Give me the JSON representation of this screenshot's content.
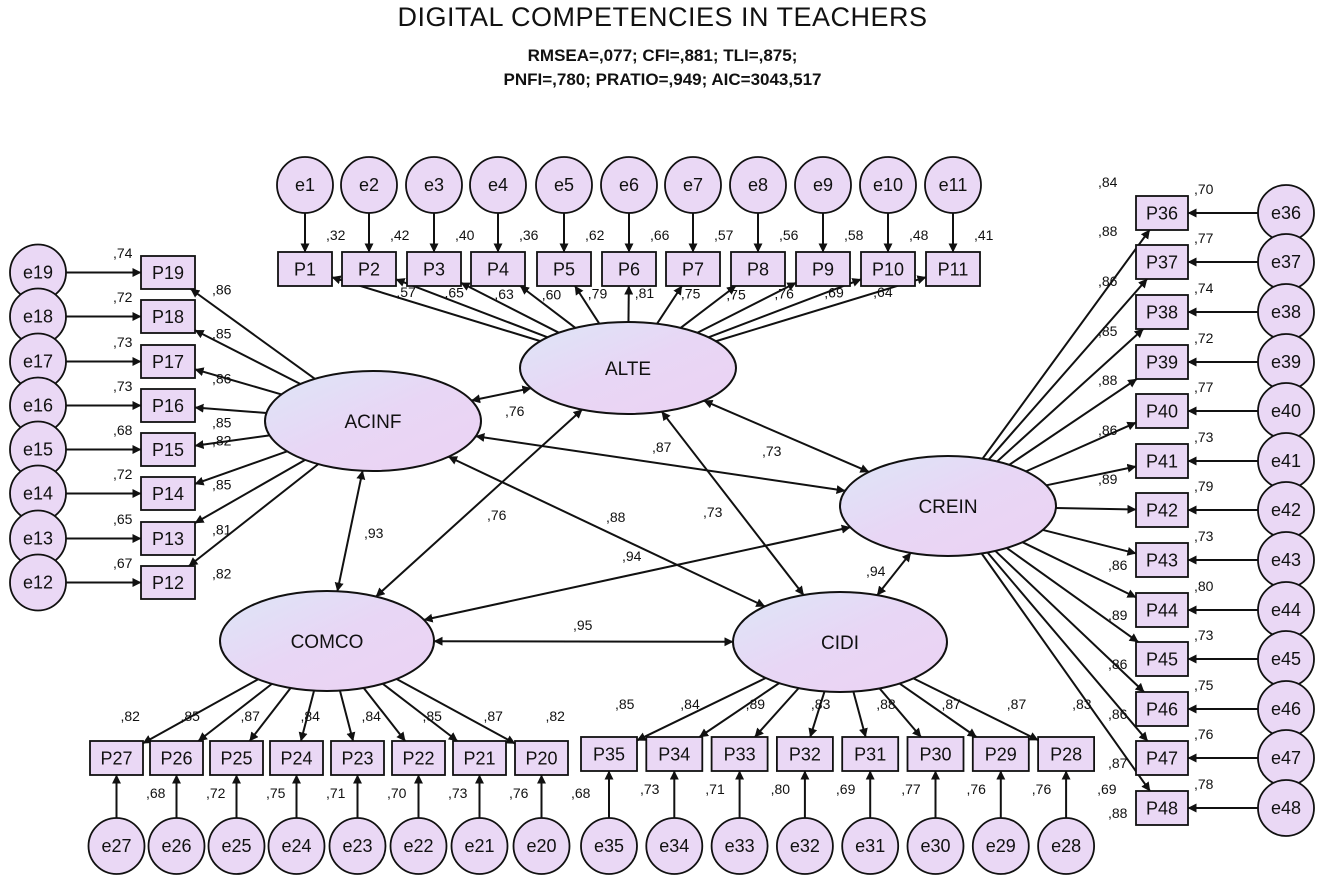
{
  "title": "DIGITAL COMPETENCIES IN TEACHERS",
  "fit_line1": "RMSEA=,077; CFI=,881; TLI=,875;",
  "fit_line2": "PNFI=,780; PRATIO=,949; AIC=3043,517",
  "colors": {
    "fill": "#ead8f5",
    "fill_light": "#dfe6f7",
    "stroke": "#111111"
  },
  "latents": [
    {
      "id": "ALTE",
      "label": "ALTE"
    },
    {
      "id": "ACINF",
      "label": "ACINF"
    },
    {
      "id": "CREIN",
      "label": "CREIN"
    },
    {
      "id": "COMCO",
      "label": "COMCO"
    },
    {
      "id": "CIDI",
      "label": "CIDI"
    }
  ],
  "items": [
    {
      "n": "P1",
      "factor": "ALTE",
      "loading": ",57",
      "r2": ",32",
      "err": "e1"
    },
    {
      "n": "P2",
      "factor": "ALTE",
      "loading": ",65",
      "r2": ",42",
      "err": "e2"
    },
    {
      "n": "P3",
      "factor": "ALTE",
      "loading": ",63",
      "r2": ",40",
      "err": "e3"
    },
    {
      "n": "P4",
      "factor": "ALTE",
      "loading": ",60",
      "r2": ",36",
      "err": "e4"
    },
    {
      "n": "P5",
      "factor": "ALTE",
      "loading": ",79",
      "r2": ",62",
      "err": "e5"
    },
    {
      "n": "P6",
      "factor": "ALTE",
      "loading": ",81",
      "r2": ",66",
      "err": "e6"
    },
    {
      "n": "P7",
      "factor": "ALTE",
      "loading": ",75",
      "r2": ",57",
      "err": "e7"
    },
    {
      "n": "P8",
      "factor": "ALTE",
      "loading": ",75",
      "r2": ",56",
      "err": "e8"
    },
    {
      "n": "P9",
      "factor": "ALTE",
      "loading": ",76",
      "r2": ",58",
      "err": "e9"
    },
    {
      "n": "P10",
      "factor": "ALTE",
      "loading": ",69",
      "r2": ",48",
      "err": "e10"
    },
    {
      "n": "P11",
      "factor": "ALTE",
      "loading": ",64",
      "r2": ",41",
      "err": "e11"
    },
    {
      "n": "P19",
      "factor": "ACINF",
      "loading": ",86",
      "r2": ",74",
      "err": "e19"
    },
    {
      "n": "P18",
      "factor": "ACINF",
      "loading": ",85",
      "r2": ",72",
      "err": "e18"
    },
    {
      "n": "P17",
      "factor": "ACINF",
      "loading": ",86",
      "r2": ",73",
      "err": "e17"
    },
    {
      "n": "P16",
      "factor": "ACINF",
      "loading": ",85",
      "r2": ",73",
      "err": "e16"
    },
    {
      "n": "P15",
      "factor": "ACINF",
      "loading": ",82",
      "r2": ",68",
      "err": "e15"
    },
    {
      "n": "P14",
      "factor": "ACINF",
      "loading": ",85",
      "r2": ",72",
      "err": "e14"
    },
    {
      "n": "P13",
      "factor": "ACINF",
      "loading": ",81",
      "r2": ",65",
      "err": "e13"
    },
    {
      "n": "P12",
      "factor": "ACINF",
      "loading": ",82",
      "r2": ",67",
      "err": "e12"
    },
    {
      "n": "P36",
      "factor": "CREIN",
      "loading": ",84",
      "r2": ",70",
      "err": "e36"
    },
    {
      "n": "P37",
      "factor": "CREIN",
      "loading": ",88",
      "r2": ",77",
      "err": "e37"
    },
    {
      "n": "P38",
      "factor": "CREIN",
      "loading": ",86",
      "r2": ",74",
      "err": "e38"
    },
    {
      "n": "P39",
      "factor": "CREIN",
      "loading": ",85",
      "r2": ",72",
      "err": "e39"
    },
    {
      "n": "P40",
      "factor": "CREIN",
      "loading": ",88",
      "r2": ",77",
      "err": "e40"
    },
    {
      "n": "P41",
      "factor": "CREIN",
      "loading": ",86",
      "r2": ",73",
      "err": "e41"
    },
    {
      "n": "P42",
      "factor": "CREIN",
      "loading": ",89",
      "r2": ",79",
      "err": "e42"
    },
    {
      "n": "P43",
      "factor": "CREIN",
      "loading": ",86",
      "r2": ",73",
      "err": "e43"
    },
    {
      "n": "P44",
      "factor": "CREIN",
      "loading": ",89",
      "r2": ",80",
      "err": "e44"
    },
    {
      "n": "P45",
      "factor": "CREIN",
      "loading": ",86",
      "r2": ",73",
      "err": "e45"
    },
    {
      "n": "P46",
      "factor": "CREIN",
      "loading": ",86",
      "r2": ",75",
      "err": "e46"
    },
    {
      "n": "P47",
      "factor": "CREIN",
      "loading": ",87",
      "r2": ",76",
      "err": "e47"
    },
    {
      "n": "P48",
      "factor": "CREIN",
      "loading": ",88",
      "r2": ",78",
      "err": "e48"
    },
    {
      "n": "P27",
      "factor": "COMCO",
      "loading": ",82",
      "r2": ",68",
      "err": "e27"
    },
    {
      "n": "P26",
      "factor": "COMCO",
      "loading": ",85",
      "r2": ",72",
      "err": "e26"
    },
    {
      "n": "P25",
      "factor": "COMCO",
      "loading": ",87",
      "r2": ",75",
      "err": "e25"
    },
    {
      "n": "P24",
      "factor": "COMCO",
      "loading": ",84",
      "r2": ",71",
      "err": "e24"
    },
    {
      "n": "P23",
      "factor": "COMCO",
      "loading": ",84",
      "r2": ",70",
      "err": "e23"
    },
    {
      "n": "P22",
      "factor": "COMCO",
      "loading": ",85",
      "r2": ",73",
      "err": "e22"
    },
    {
      "n": "P21",
      "factor": "COMCO",
      "loading": ",87",
      "r2": ",76",
      "err": "e21"
    },
    {
      "n": "P20",
      "factor": "COMCO",
      "loading": ",82",
      "r2": ",68",
      "err": "e20"
    },
    {
      "n": "P35",
      "factor": "CIDI",
      "loading": ",85",
      "r2": ",73",
      "err": "e35"
    },
    {
      "n": "P34",
      "factor": "CIDI",
      "loading": ",84",
      "r2": ",71",
      "err": "e34"
    },
    {
      "n": "P33",
      "factor": "CIDI",
      "loading": ",89",
      "r2": ",80",
      "err": "e33"
    },
    {
      "n": "P32",
      "factor": "CIDI",
      "loading": ",83",
      "r2": ",69",
      "err": "e32"
    },
    {
      "n": "P31",
      "factor": "CIDI",
      "loading": ",88",
      "r2": ",77",
      "err": "e31"
    },
    {
      "n": "P30",
      "factor": "CIDI",
      "loading": ",87",
      "r2": ",76",
      "err": "e30"
    },
    {
      "n": "P29",
      "factor": "CIDI",
      "loading": ",87",
      "r2": ",76",
      "err": "e29"
    },
    {
      "n": "P28",
      "factor": "CIDI",
      "loading": ",83",
      "r2": ",69",
      "err": "e28"
    }
  ],
  "correlations": [
    {
      "a": "ALTE",
      "b": "ACINF",
      "value": ",76"
    },
    {
      "a": "ALTE",
      "b": "CREIN",
      "value": ",73"
    },
    {
      "a": "ALTE",
      "b": "COMCO",
      "value": ",76"
    },
    {
      "a": "ALTE",
      "b": "CIDI",
      "value": ",73"
    },
    {
      "a": "ACINF",
      "b": "CREIN",
      "value": ",87"
    },
    {
      "a": "ACINF",
      "b": "COMCO",
      "value": ",93"
    },
    {
      "a": "ACINF",
      "b": "CIDI",
      "value": ",88"
    },
    {
      "a": "CREIN",
      "b": "COMCO",
      "value": ",94"
    },
    {
      "a": "CREIN",
      "b": "CIDI",
      "value": ",94"
    },
    {
      "a": "COMCO",
      "b": "CIDI",
      "value": ",95"
    }
  ]
}
